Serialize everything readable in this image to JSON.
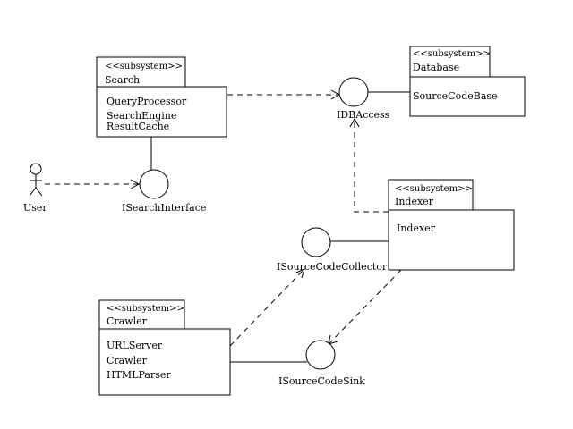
{
  "subsystems": {
    "search": {
      "stereotype": "<<subsystem>>",
      "name": "Search",
      "items": [
        "QueryProcessor",
        "SearchEngine",
        "ResultCache"
      ]
    },
    "database": {
      "stereotype": "<<subsystem>>",
      "name": "Database",
      "items": [
        "SourceCodeBase"
      ]
    },
    "indexer": {
      "stereotype": "<<subsystem>>",
      "name": "Indexer",
      "items": [
        "Indexer"
      ]
    },
    "crawler": {
      "stereotype": "<<subsystem>>",
      "name": "Crawler",
      "items": [
        "URLServer",
        "Crawler",
        "HTMLParser"
      ]
    }
  },
  "interfaces": {
    "idbaccess": "IDBAccess",
    "isearchinterface": "ISearchInterface",
    "isourcecodecollector": "ISourceCodeCollector",
    "isourcecodesink": "ISourceCodeSink"
  },
  "actor": {
    "name": "User"
  }
}
